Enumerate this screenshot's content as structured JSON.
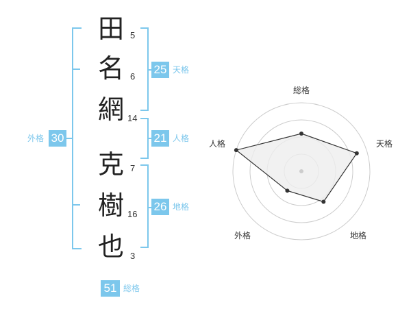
{
  "name": {
    "characters": [
      {
        "char": "田",
        "strokes": "5"
      },
      {
        "char": "名",
        "strokes": "6"
      },
      {
        "char": "網",
        "strokes": "14"
      },
      {
        "char": "克",
        "strokes": "7"
      },
      {
        "char": "樹",
        "strokes": "16"
      },
      {
        "char": "也",
        "strokes": "3"
      }
    ]
  },
  "fortunes": {
    "tenkaku": {
      "value": "25",
      "label": "天格"
    },
    "jinkaku": {
      "value": "21",
      "label": "人格"
    },
    "chikaku": {
      "value": "26",
      "label": "地格"
    },
    "gaikaku": {
      "value": "30",
      "label": "外格"
    },
    "soukaku": {
      "value": "51",
      "label": "総格"
    }
  },
  "chart_data": {
    "type": "radar",
    "axes": [
      "総格",
      "天格",
      "地格",
      "外格",
      "人格"
    ],
    "values": [
      0.55,
      0.85,
      0.55,
      0.35,
      1.0
    ],
    "rings": 4,
    "colors": {
      "accent": "#7cc7ec",
      "line": "#333333",
      "fill": "#eeeeee",
      "grid": "#cccccc"
    }
  }
}
